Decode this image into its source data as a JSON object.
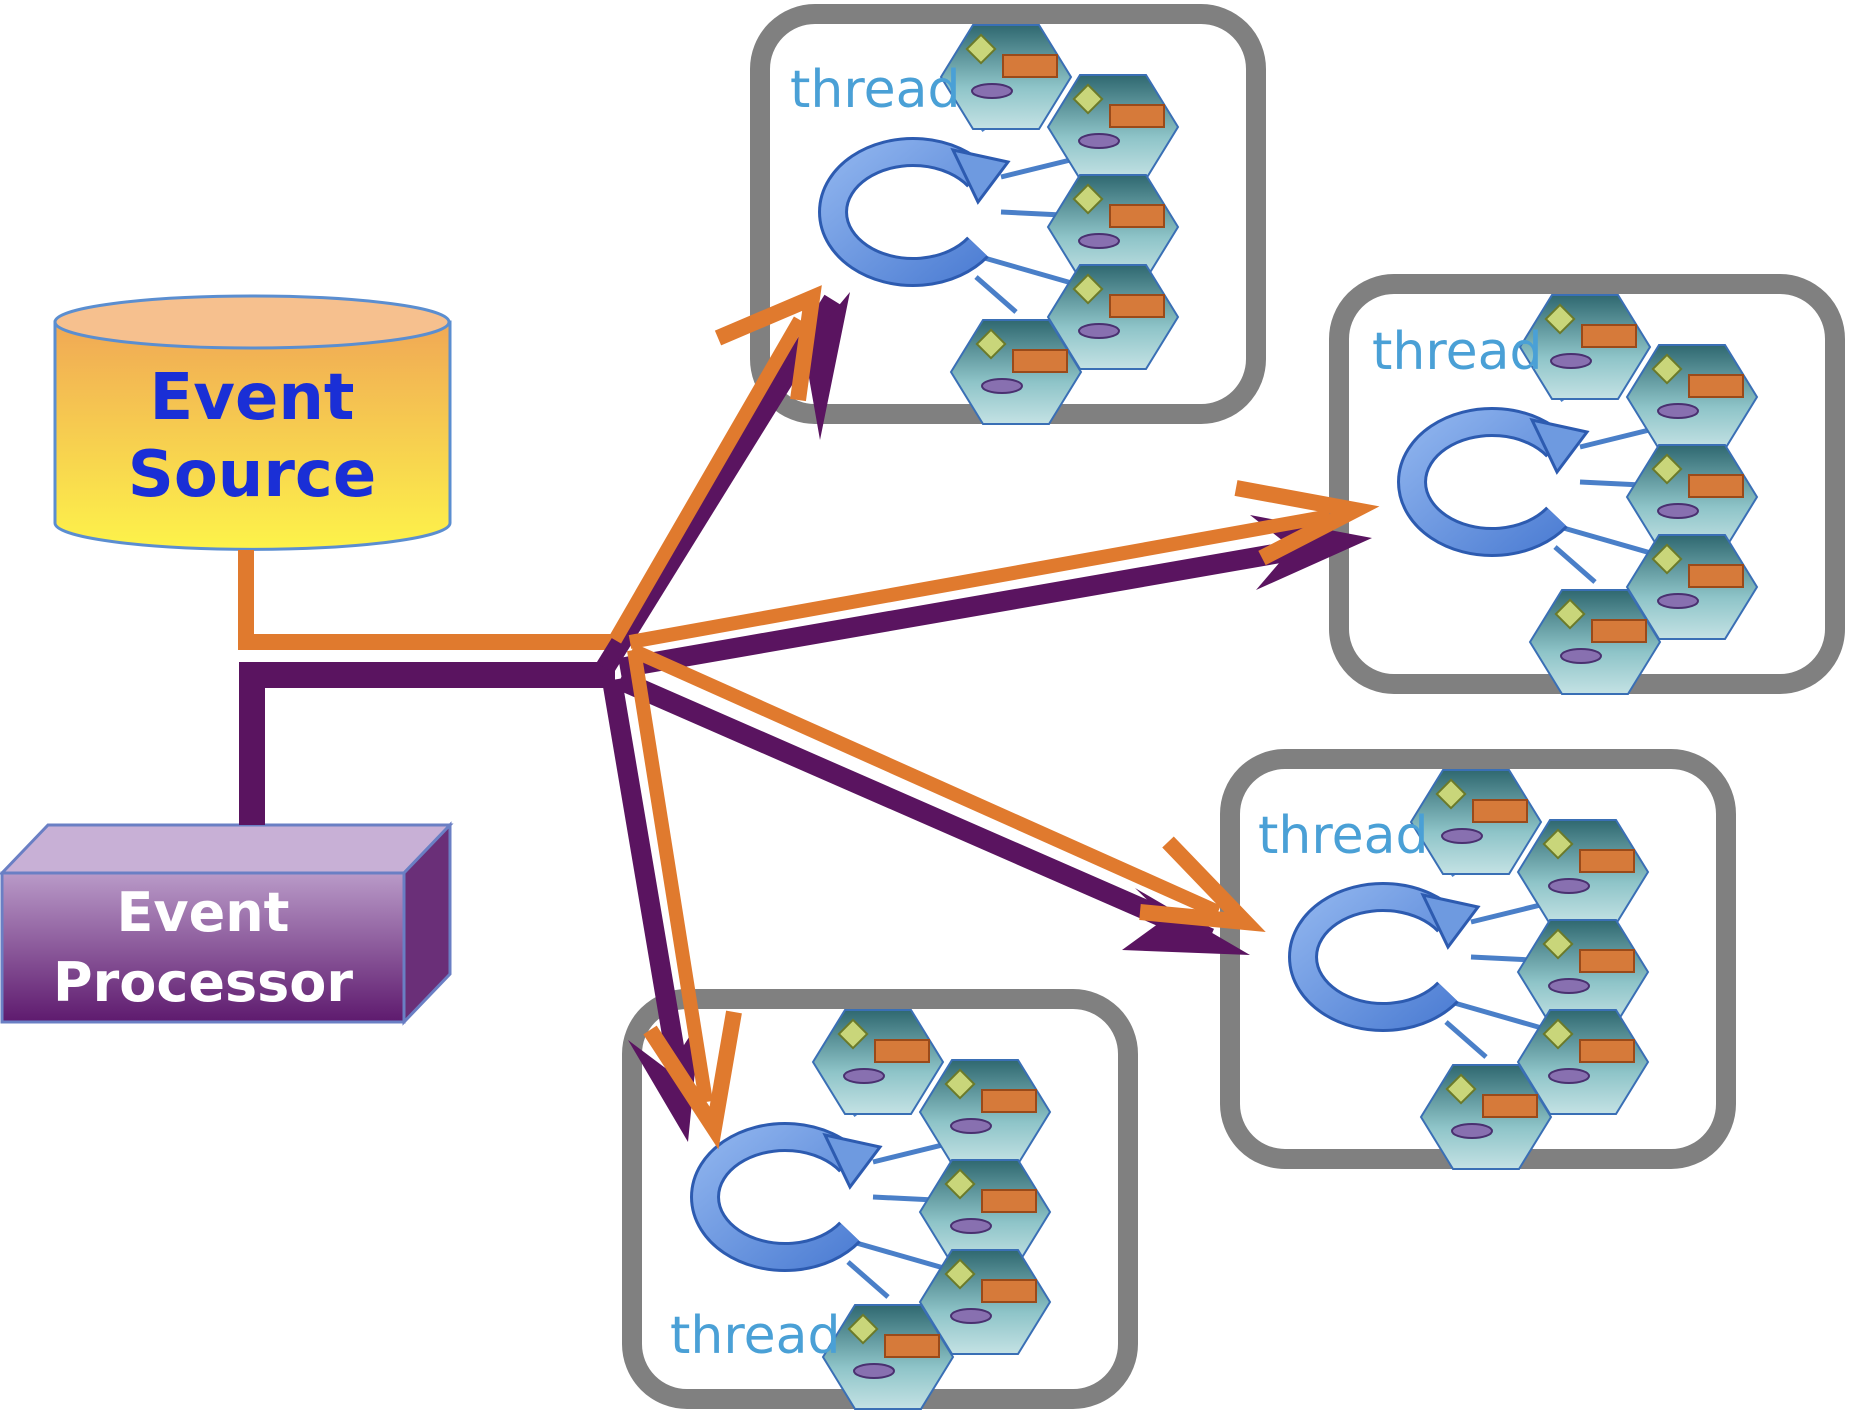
{
  "event_source": {
    "line1": "Event",
    "line2": "Source"
  },
  "event_processor": {
    "line1": "Event",
    "line2": "Processor"
  },
  "threads": [
    {
      "id": "thread-1",
      "label": "thread"
    },
    {
      "id": "thread-2",
      "label": "thread"
    },
    {
      "id": "thread-3",
      "label": "thread"
    },
    {
      "id": "thread-4",
      "label": "thread"
    }
  ],
  "colors": {
    "orange": "#e07a2e",
    "purple": "#5a1460",
    "thread_frame": "#808080",
    "loop": "#6e9ae0",
    "thread_text": "#4aa0d6",
    "source_text": "#1a2fd6"
  }
}
